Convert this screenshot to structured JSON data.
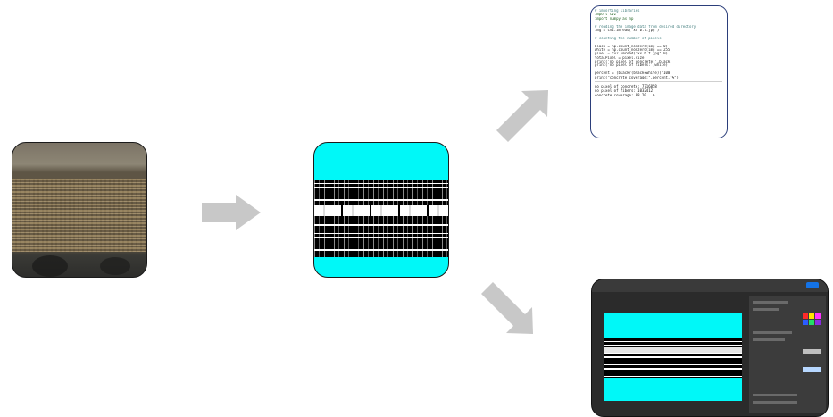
{
  "stages": {
    "photo": {},
    "binary": {},
    "code": {
      "lines": [
        "# importing libraries",
        "import cv2",
        "import numpy as np",
        "",
        "# reading the image data from desired directory",
        "img = cv2.imread(\"xx b.t.jpg\")",
        "",
        "# counting the number of pixels",
        "",
        "black = np.count_nonzero(img == 0)",
        "white = np.count_nonzero(img == 255)",
        "pixel = cv2.imread(\"xx b.t.jpg\",0)",
        "totalPixel = pixel.size",
        "print('no pixel of concrete:',black)",
        "print('no pixel of fibers:',white)",
        "",
        "percent = (black/(black+white))*100",
        "print(\"concrete coverage:\",percent,\"%\")"
      ],
      "output": [
        "no pixel of concrete: 7716858",
        "no pixel of fibers: 1032412",
        "concrete coverage: 88.20...%"
      ]
    },
    "editor": {}
  },
  "colors": {
    "cyan": "#00f8f8",
    "arrow": "#c8c8c8",
    "code_border": "#2b3e7a",
    "tile_border": "#1b1b1b"
  }
}
